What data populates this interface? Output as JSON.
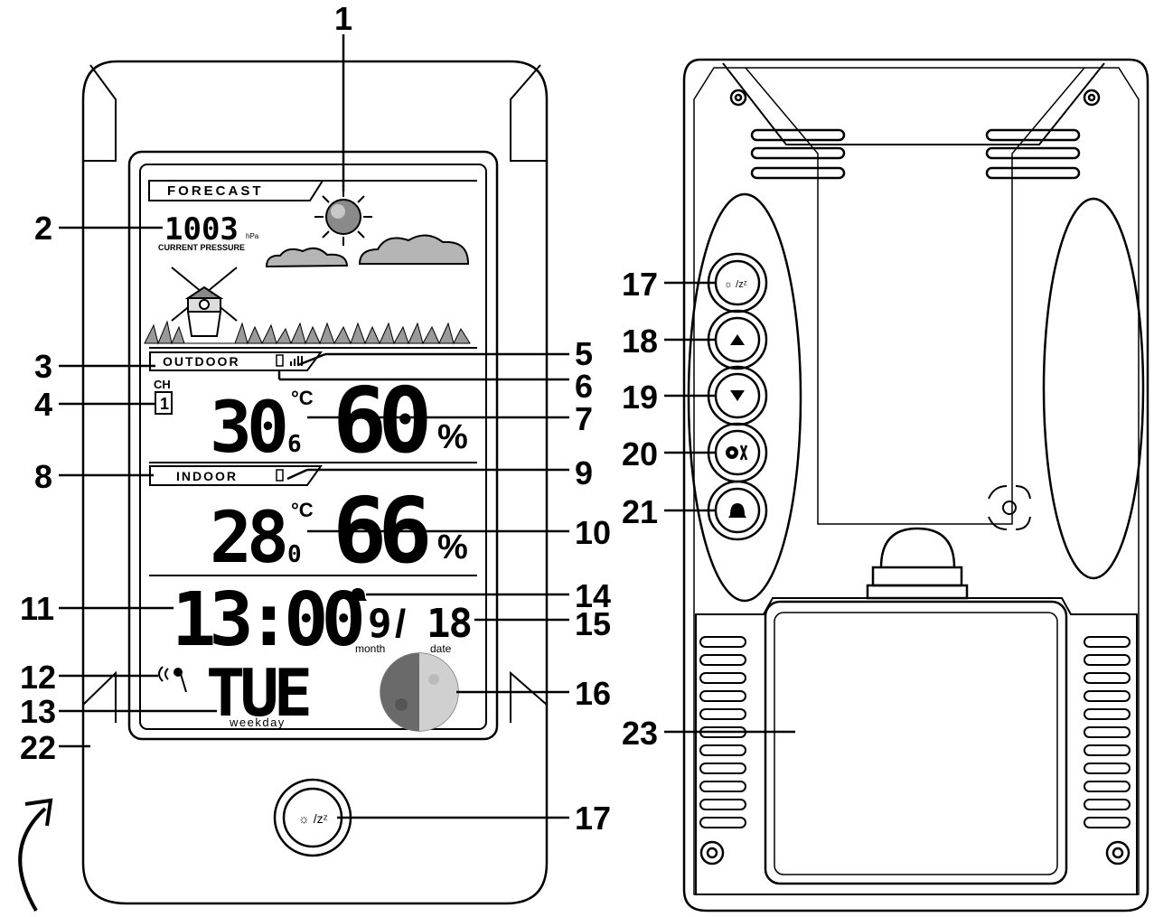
{
  "lcd": {
    "forecast_label": "FORECAST",
    "pressure_value": "1003",
    "pressure_unit": "hPa",
    "pressure_caption": "CURRENT PRESSURE",
    "outdoor_label": "OUTDOOR",
    "channel_label": "CH",
    "channel_value": "1",
    "outdoor_temp_int": "30",
    "outdoor_temp_dec": "6",
    "temp_unit": "°C",
    "outdoor_humidity": "60",
    "humidity_unit": "%",
    "indoor_label": "INDOOR",
    "indoor_temp_int": "28",
    "indoor_temp_dec": "0",
    "indoor_humidity": "66",
    "time": "13:00",
    "month": "9",
    "date": "18",
    "month_caption": "month",
    "date_caption": "date",
    "weekday": "TUE",
    "weekday_caption": "weekday"
  },
  "buttons": {
    "light_snooze": "☼ /zᶻ"
  },
  "callouts": {
    "c1": "1",
    "c2": "2",
    "c3": "3",
    "c4": "4",
    "c5": "5",
    "c6": "6",
    "c7": "7",
    "c8": "8",
    "c9": "9",
    "c10": "10",
    "c11": "11",
    "c12": "12",
    "c13": "13",
    "c14": "14",
    "c15": "15",
    "c16": "16",
    "c17": "17",
    "c22": "22",
    "r17": "17",
    "r18": "18",
    "r19": "19",
    "r20": "20",
    "r21": "21",
    "r23": "23"
  }
}
